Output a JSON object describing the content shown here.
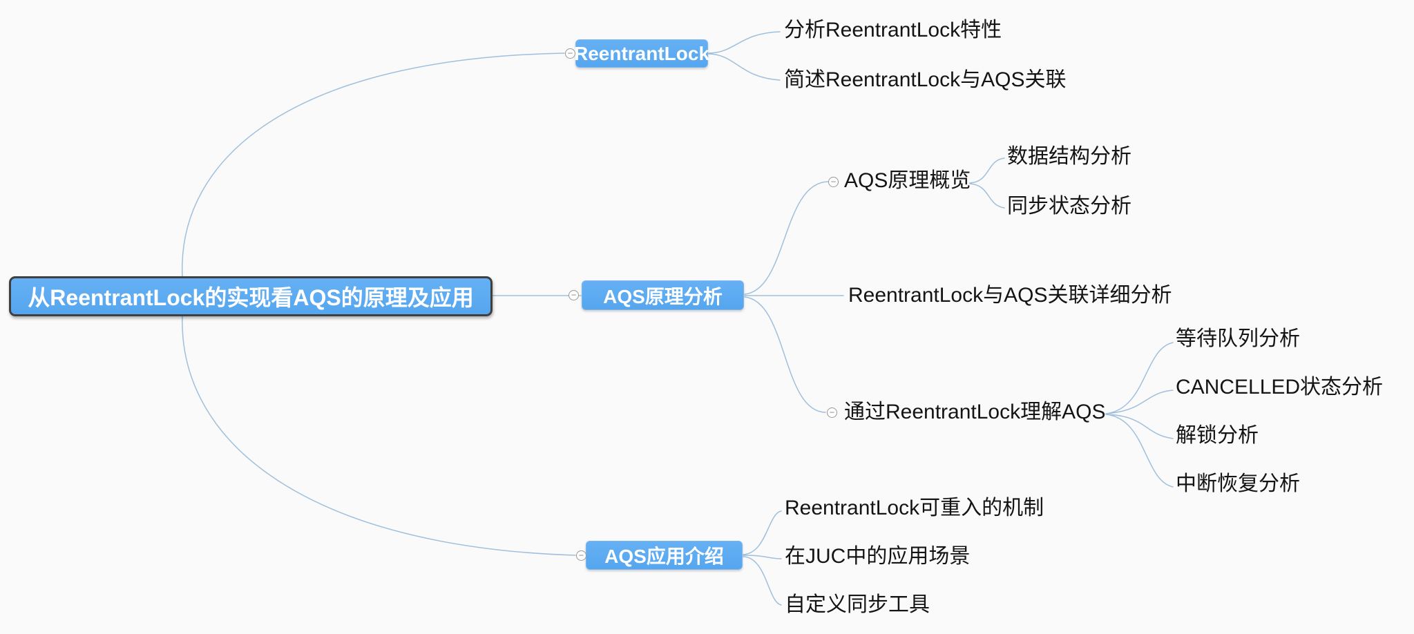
{
  "colors": {
    "background": "#fafafa",
    "node_fill": "#58a8f0",
    "root_border": "#3f3f3f",
    "connector_line": "#9fbfdc",
    "node_text": "#ffffff",
    "leaf_text": "#141414",
    "toggle_border": "#989898"
  },
  "icons": {
    "collapse_minus": "−"
  },
  "root": {
    "label": "从ReentrantLock的实现看AQS的原理及应用"
  },
  "branches": [
    {
      "label": "ReentrantLock",
      "children": [
        {
          "label": "分析ReentrantLock特性"
        },
        {
          "label": "简述ReentrantLock与AQS关联"
        }
      ]
    },
    {
      "label": "AQS原理分析",
      "children": [
        {
          "label": "AQS原理概览",
          "children": [
            {
              "label": "数据结构分析"
            },
            {
              "label": "同步状态分析"
            }
          ]
        },
        {
          "label": "ReentrantLock与AQS关联详细分析"
        },
        {
          "label": "通过ReentrantLock理解AQS",
          "children": [
            {
              "label": "等待队列分析"
            },
            {
              "label": "CANCELLED状态分析"
            },
            {
              "label": "解锁分析"
            },
            {
              "label": "中断恢复分析"
            }
          ]
        }
      ]
    },
    {
      "label": "AQS应用介绍",
      "children": [
        {
          "label": "ReentrantLock可重入的机制"
        },
        {
          "label": "在JUC中的应用场景"
        },
        {
          "label": "自定义同步工具"
        }
      ]
    }
  ]
}
